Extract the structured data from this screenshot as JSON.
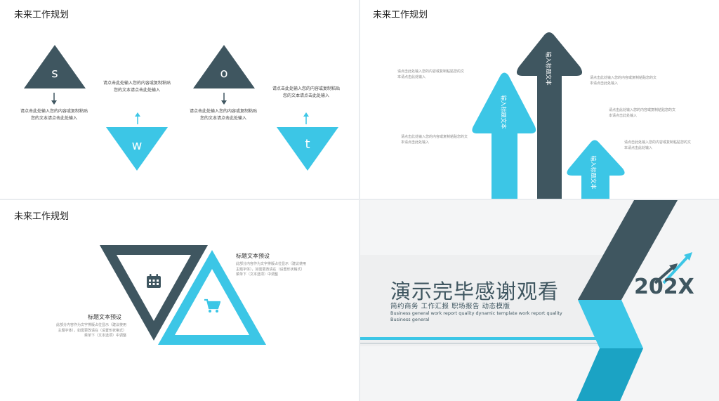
{
  "colors": {
    "dark": "#3f5660",
    "accent": "#3cc6e6",
    "accent_dark": "#1ba3c4",
    "bg": "#ffffff"
  },
  "slide1": {
    "title": "未来工作规划",
    "letters": [
      "s",
      "o",
      "w",
      "t"
    ],
    "text_s": [
      "请点击此处输入您的内容或复制粘贴",
      "您的文本请点击此处输入"
    ],
    "text_w": [
      "请点击此处输入您的内容或复制粘贴",
      "您的文本请点击此处输入"
    ],
    "text_o": [
      "请点击此处输入您的内容或复制粘贴",
      "您的文本请点击此处输入"
    ],
    "text_t": [
      "请点击此处输入您的内容或复制粘贴",
      "您的文本请点击此处输入"
    ]
  },
  "slide2": {
    "title": "未来工作规划",
    "arrow_labels": [
      "输入标题文本",
      "输入标题文本",
      "输入标题文本"
    ],
    "notes": [
      [
        "请点击此处输入您的内容或复制粘贴您的文",
        "本请点击此处输入"
      ],
      [
        "请点击此处输入您的内容或复制粘贴您的文",
        "本请点击此处输入"
      ],
      [
        "请点击此处输入您的内容或复制粘贴您的文",
        "本请点击此处输入"
      ],
      [
        "请点击此处输入您的内容或复制粘贴您的文",
        "本请点击此处输入"
      ],
      [
        "请点击此处输入您的内容或复制粘贴您的文",
        "本请点击此处输入"
      ]
    ]
  },
  "slide3": {
    "title": "未来工作规划",
    "heading_right": "标题文本预设",
    "heading_left": "标题文本预设",
    "body_right": [
      "此部分内容作为文字排版占位显示（建议使用",
      "主题字体），如需更改请在（设置形状格式）",
      "菜单下（文本选项）中调整"
    ],
    "body_left": [
      "此部分内容作为文字排版占位显示（建议使用",
      "主题字体），如需更改请在（设置形状格式）",
      "菜单下（文本选项）中调整"
    ],
    "icons": [
      "calendar-icon",
      "cart-icon"
    ]
  },
  "slide4": {
    "main_title": "演示完毕感谢观看",
    "subtitle": "简约商务    工作汇报    职场报告    动态模版",
    "english": "Business general work report quality dynamic template work report quality Business general",
    "year": "202X"
  }
}
